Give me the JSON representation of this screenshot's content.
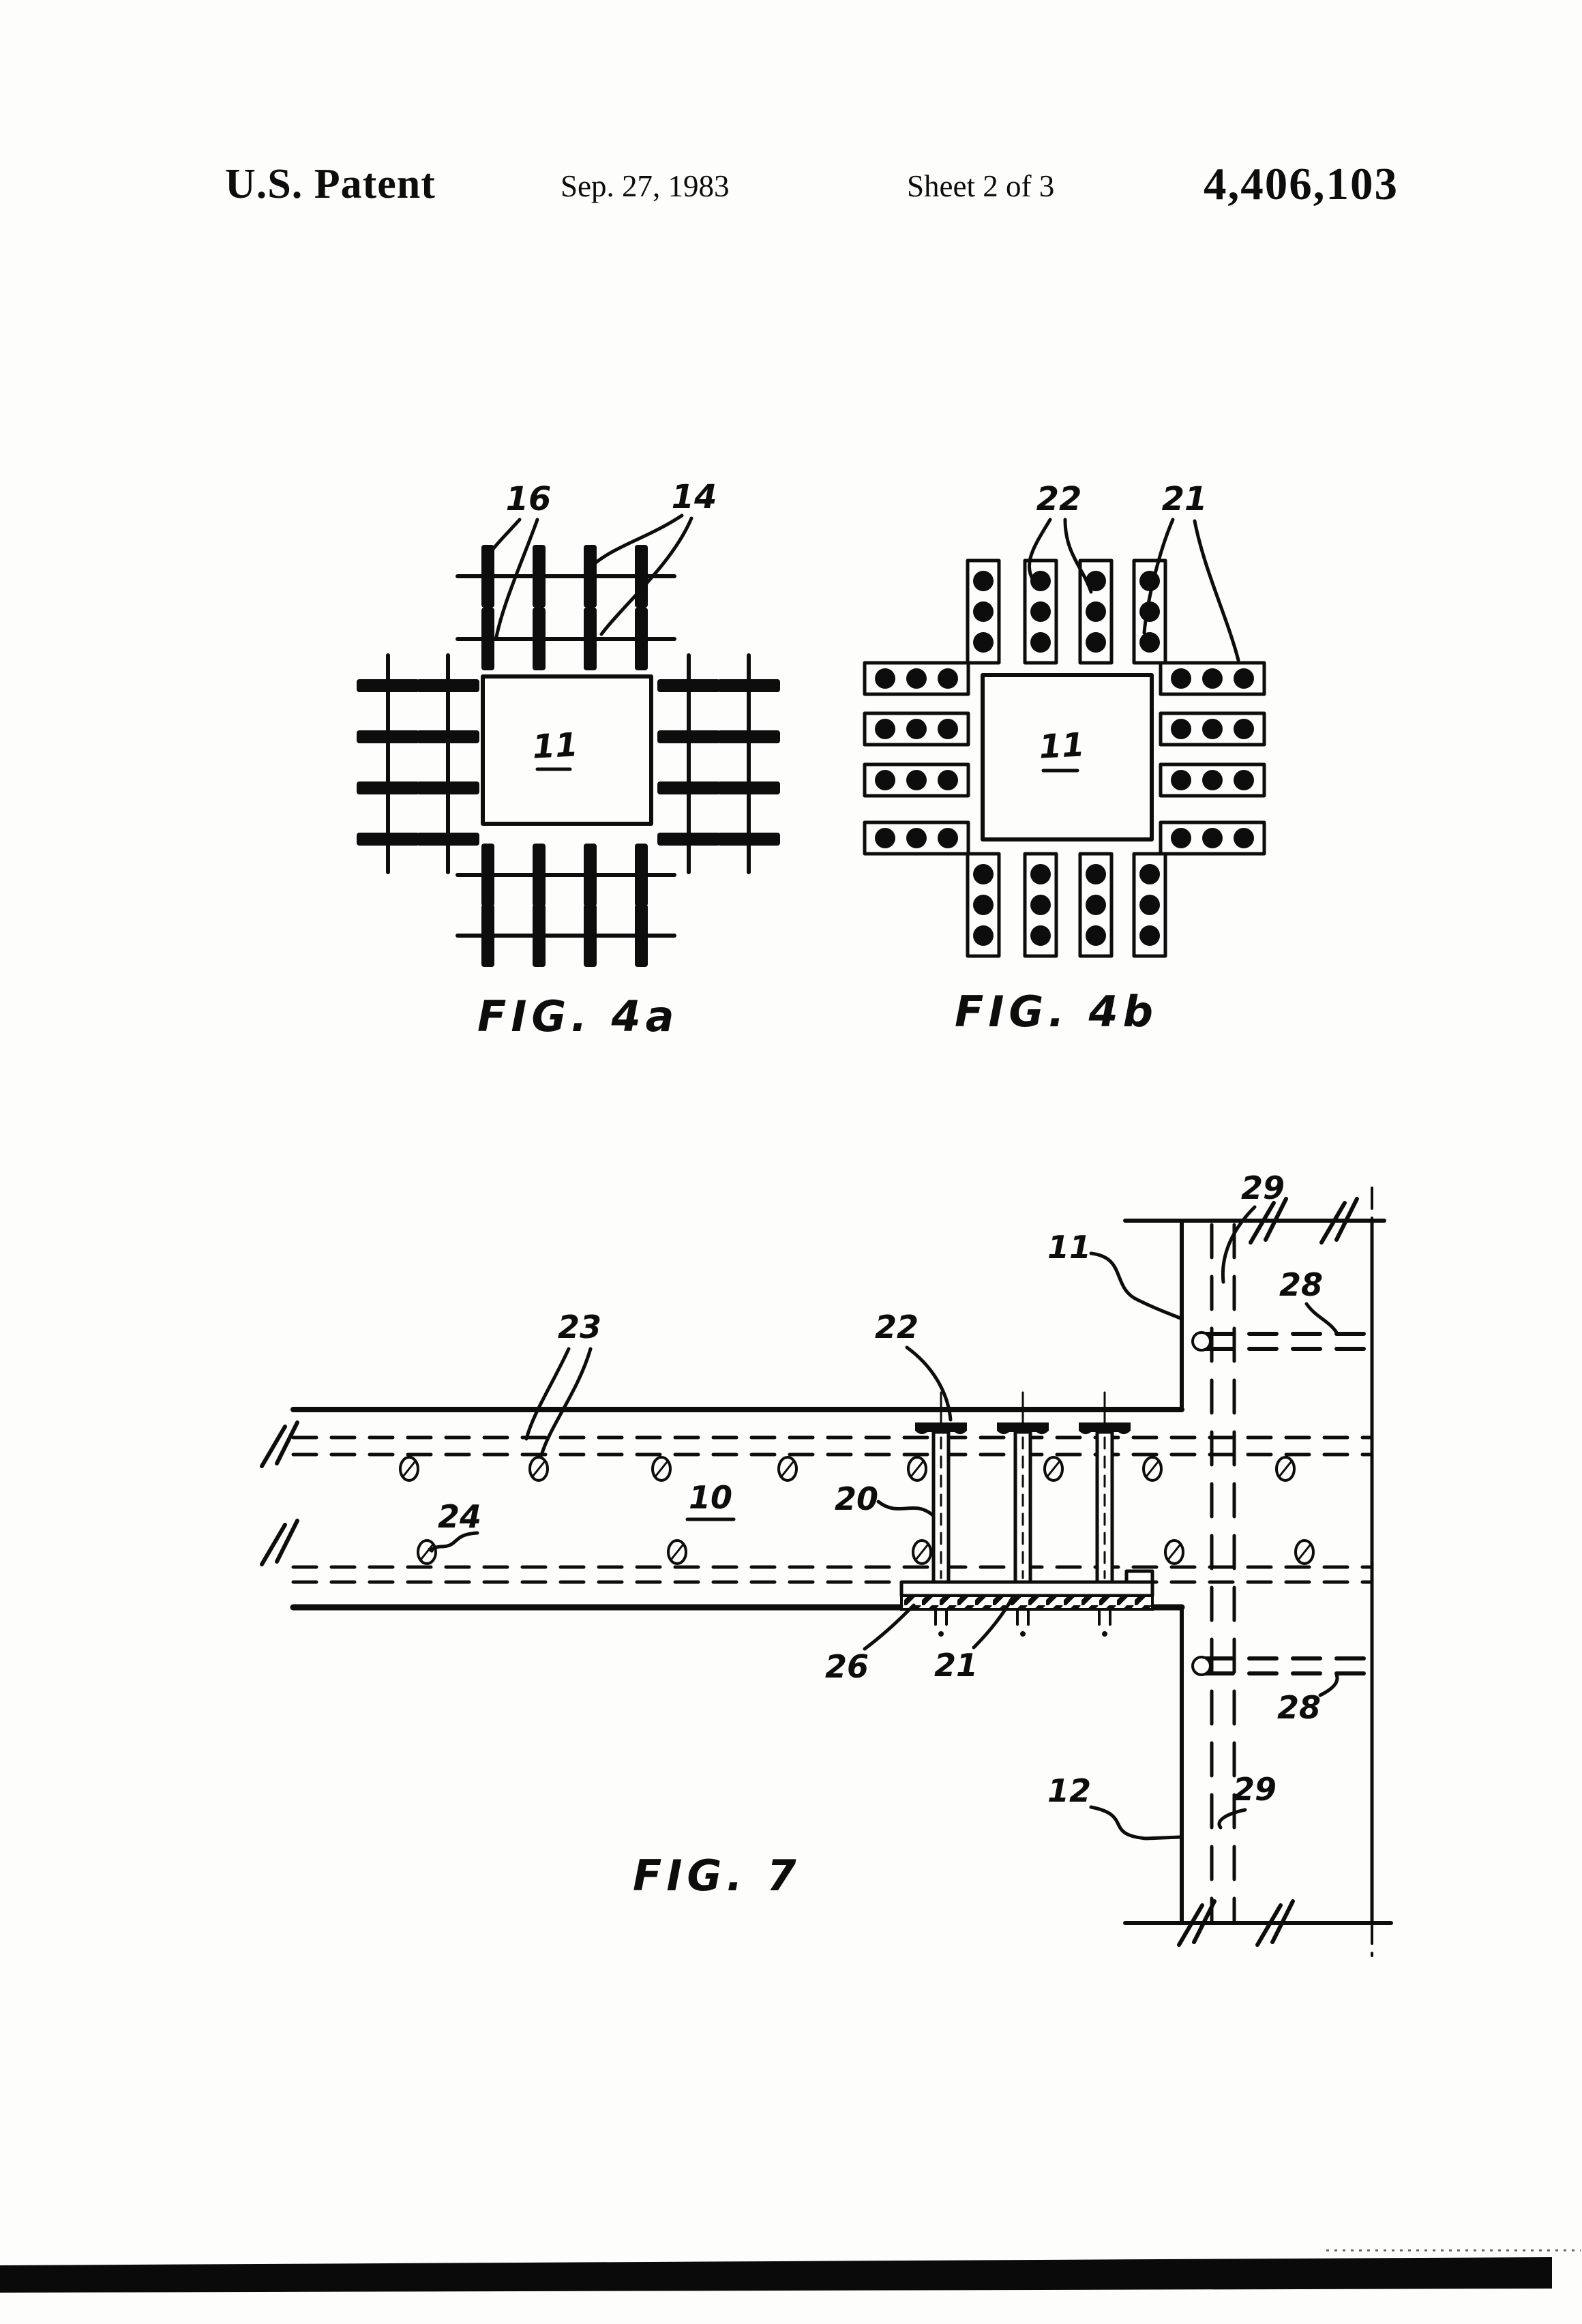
{
  "page": {
    "background": "#fdfdfb",
    "ink": "#0d0d0d"
  },
  "header": {
    "title": "U.S. Patent",
    "date": "Sep. 27, 1983",
    "sheet": "Sheet 2 of 3",
    "patent_number": "4,406,103"
  },
  "figures": {
    "fig4a": {
      "caption": "FIG. 4a",
      "label_16": "16",
      "label_14": "14",
      "label_11": "11"
    },
    "fig4b": {
      "caption": "FIG. 4b",
      "label_22": "22",
      "label_21": "21",
      "label_11": "11"
    },
    "fig7": {
      "caption": "FIG. 7",
      "label_29_top": "29",
      "label_11": "11",
      "label_28_top": "28",
      "label_23": "23",
      "label_22": "22",
      "label_10": "10",
      "label_20": "20",
      "label_24": "24",
      "label_26": "26",
      "label_21": "21",
      "label_28_bottom": "28",
      "label_12": "12",
      "label_29_bottom": "29"
    }
  }
}
